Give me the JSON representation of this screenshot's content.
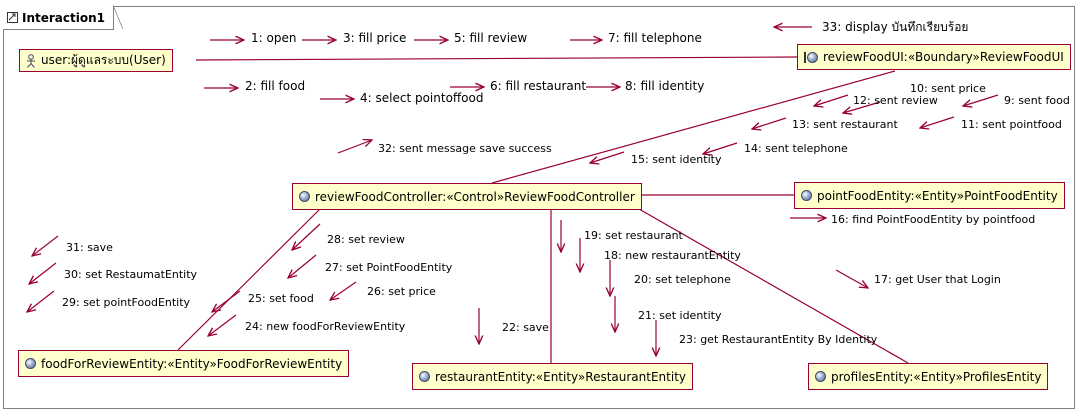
{
  "diagram": {
    "title": "Interaction1",
    "nodes": {
      "user": "user:ผู้ดูแลระบบ(User)",
      "ui": "reviewFoodUI:«Boundary»ReviewFoodUI",
      "controller": "reviewFoodController:«Control»ReviewFoodController",
      "point_food": "pointFoodEntity:«Entity»PointFoodEntity",
      "food_review": "foodForReviewEntity:«Entity»FoodForReviewEntity",
      "restaurant": "restaurantEntity:«Entity»RestaurantEntity",
      "profiles": "profilesEntity:«Entity»ProfilesEntity"
    },
    "messages": {
      "m1": "1: open",
      "m2": "2: fill food",
      "m3": "3: fill price",
      "m4": "4: select pointoffood",
      "m5": "5: fill review",
      "m6": "6: fill restaurant",
      "m7": "7: fill telephone",
      "m8": "8: fill identity",
      "m9": "9: sent food",
      "m10": "10: sent price",
      "m11": "11: sent pointfood",
      "m12": "12: sent review",
      "m13": "13: sent restaurant",
      "m14": "14: sent telephone",
      "m15": "15: sent identity",
      "m16": "16: find PointFoodEntity by pointfood",
      "m17": "17: get User that Login",
      "m18": "18: new restaurantEntity",
      "m19": "19: set restaurant",
      "m20": "20: set telephone",
      "m21": "21: set identity",
      "m22": "22: save",
      "m23": "23: get RestaurantEntity By Identity",
      "m24": "24: new foodForReviewEntity",
      "m25": "25: set food",
      "m26": "26: set price",
      "m27": "27: set PointFoodEntity",
      "m28": "28: set review",
      "m29": "29: set pointFoodEntity",
      "m30": "30: set RestaumatEntity",
      "m31": "31: save",
      "m32": "32: sent message save success",
      "m33": "33: display บันทึกเรียบร้อย"
    },
    "colors": {
      "line": "#990033",
      "node_fill": "#ffffcc",
      "frame": "#7f7f7f"
    }
  }
}
